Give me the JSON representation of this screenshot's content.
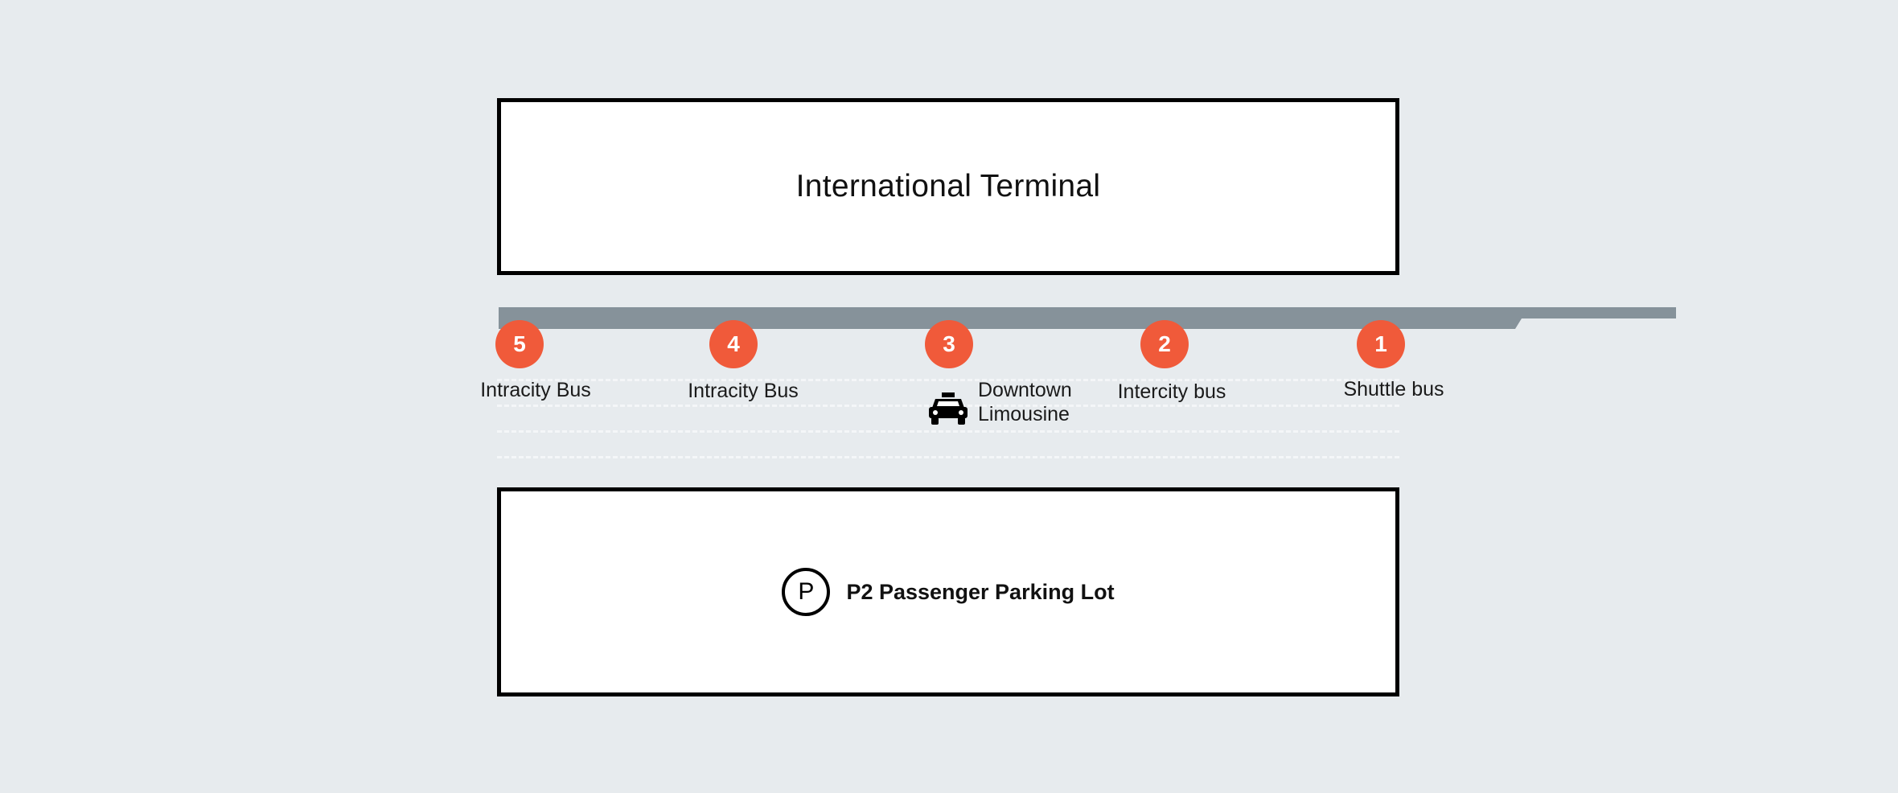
{
  "terminal": {
    "title": "International Terminal"
  },
  "parking": {
    "icon_letter": "P",
    "label": "P2 Passenger Parking Lot"
  },
  "stops": [
    {
      "number": "5",
      "label": "Intracity Bus"
    },
    {
      "number": "4",
      "label": "Intracity Bus"
    },
    {
      "number": "3",
      "label": "Downtown\nLimousine",
      "icon": "taxi-icon"
    },
    {
      "number": "2",
      "label": "Intercity bus"
    },
    {
      "number": "1",
      "label": "Shuttle bus"
    }
  ],
  "colors": {
    "background": "#e7ebee",
    "curb": "#86929a",
    "badge": "#f05a3a",
    "box_border": "#000000"
  }
}
